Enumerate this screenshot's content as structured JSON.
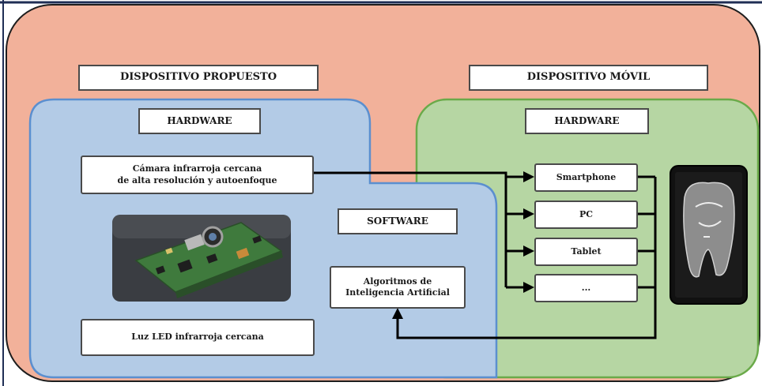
{
  "outer": {
    "color": "#f2b19a"
  },
  "proposed": {
    "title": "DISPOSITIVO PROPUESTO",
    "hardware_label": "HARDWARE",
    "camera_label": "Cámara infrarroja cercana\nde alta resolución y autoenfoque",
    "led_label": "Luz LED infrarroja cercana",
    "software_label": "SOFTWARE",
    "ai_label": "Algoritmos de\nInteligencia Artificial",
    "color": "#b3cbe6"
  },
  "mobile": {
    "title": "DISPOSITIVO MÓVIL",
    "hardware_label": "HARDWARE",
    "devices": [
      "Smartphone",
      "PC",
      "Tablet",
      "..."
    ],
    "color": "#b6d6a3"
  },
  "icons": {
    "board": "circuit-board-photo",
    "phone": "smartphone-xray-photo"
  }
}
